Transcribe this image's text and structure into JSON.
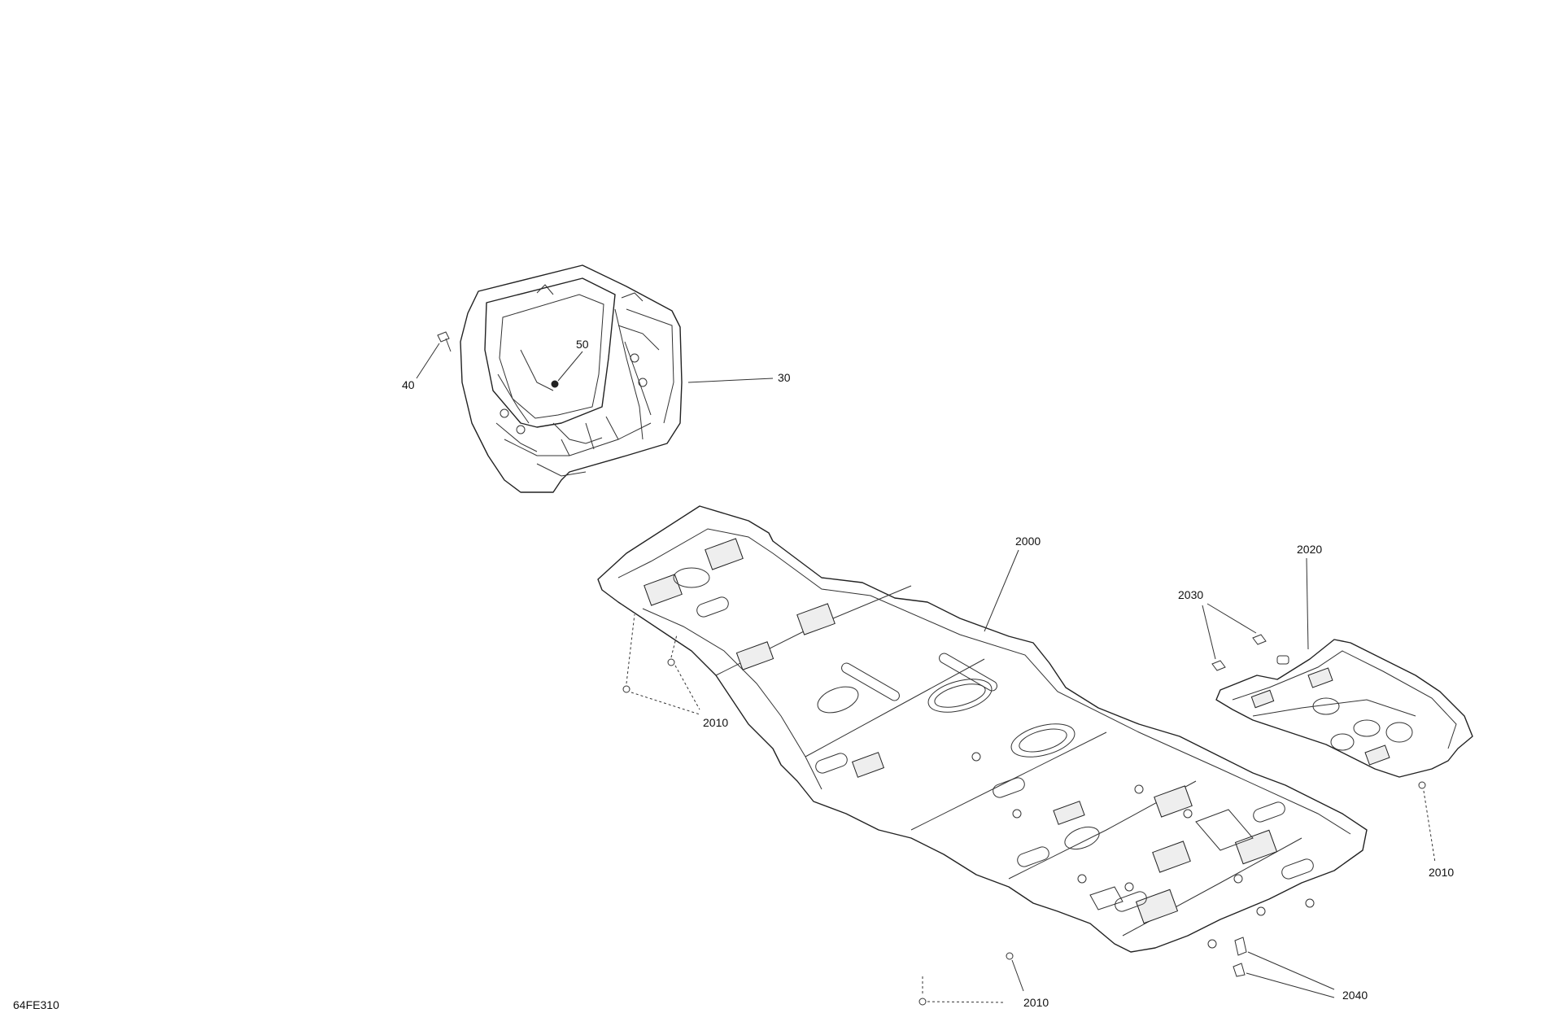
{
  "figure_code": "64FE310",
  "callouts": {
    "c40": "40",
    "c50": "50",
    "c30": "30",
    "c2000": "2000",
    "c2020": "2020",
    "c2030": "2030",
    "c2010_left": "2010",
    "c2010_right": "2010",
    "c2010_bottom": "2010",
    "c2040": "2040"
  }
}
